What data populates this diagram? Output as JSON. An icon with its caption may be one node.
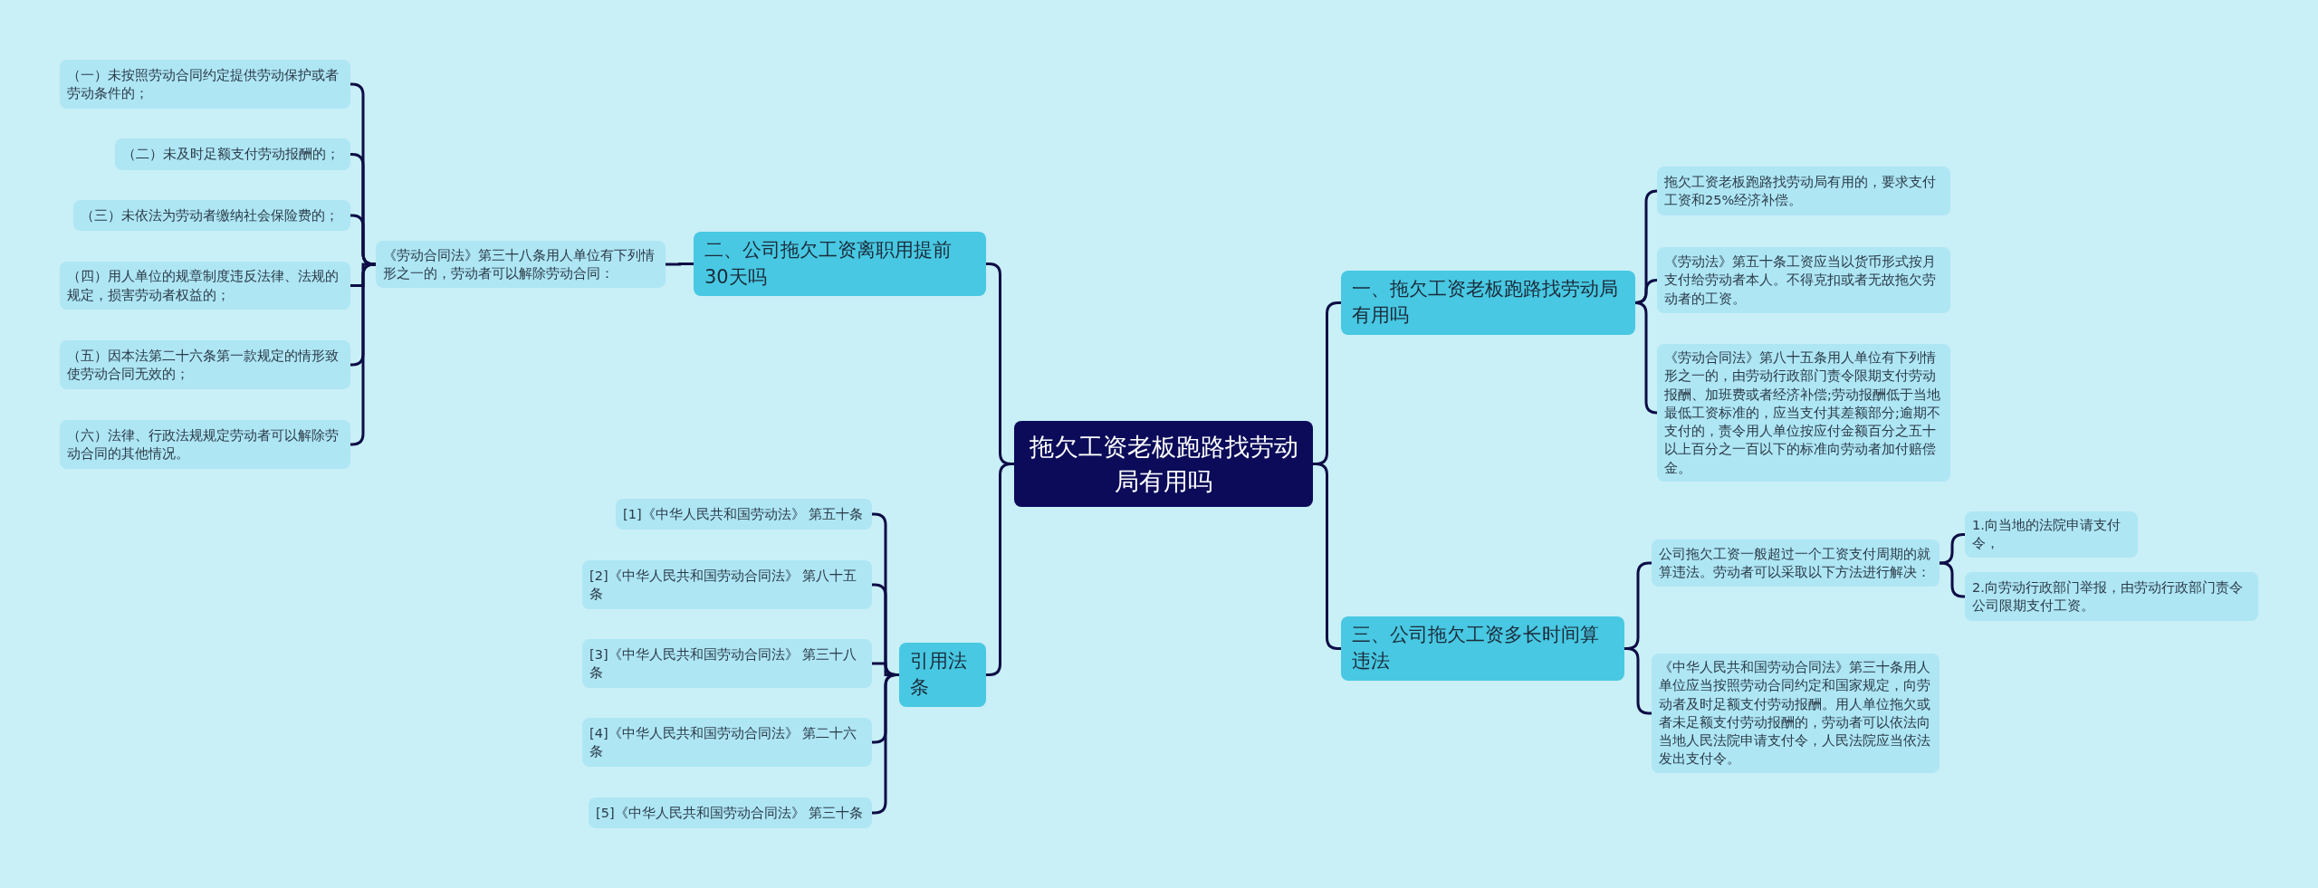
{
  "diagram": {
    "nodes": [
      {
        "text": [
          "拖欠工资老板跑路找劳动局有用吗"
        ]
      },
      {
        "text": [
          "一、拖欠工资老板跑路找劳动局有用吗"
        ]
      },
      {
        "text": [
          "拖欠工资老板跑路找劳动局有用的，要求支付工资和25%经济补偿。"
        ]
      },
      {
        "text": [
          "《劳动法》第五十条工资应当以货币形式按月支付给劳动者本人。不得克扣或者无故拖欠劳动者的工资。"
        ]
      },
      {
        "text": [
          "《劳动合同法》第八十五条用人单位有下列情形之一的，由劳动行政部门责令限期支付劳动报酬、加班费或者经济补偿;劳动报酬低于当地最低工资标准的，应当支付其差额部分;逾期不支付的，责令用人单位按应付金额百分之五十以上百分之一百以下的标准向劳动者加付赔偿金。"
        ]
      },
      {
        "text": [
          "三、公司拖欠工资多长时间算违法"
        ]
      },
      {
        "text": [
          "公司拖欠工资一般超过一个工资支付周期的就算违法。劳动者可以采取以下方法进行解决："
        ]
      },
      {
        "text": [
          "1.向当地的法院申请支付令，"
        ]
      },
      {
        "text": [
          "2.向劳动行政部门举报，由劳动行政部门责令公司限期支付工资。"
        ]
      },
      {
        "text": [
          "《中华人民共和国劳动合同法》第三十条用人单位应当按照劳动合同约定和国家规定，向劳动者及时足额支付劳动报酬。用人单位拖欠或者未足额支付劳动报酬的，劳动者可以依法向当地人民法院申请支付令，人民法院应当依法发出支付令。"
        ]
      },
      {
        "text": [
          "二、公司拖欠工资离职用提前30天吗"
        ]
      },
      {
        "text": [
          "《劳动合同法》第三十八条用人单位有下列情形之一的，劳动者可以解除劳动合同："
        ]
      },
      {
        "text": [
          "（一）未按照劳动合同约定提供劳动保护或者劳动条件的；"
        ]
      },
      {
        "text": [
          "（二）未及时足额支付劳动报酬的；"
        ]
      },
      {
        "text": [
          "（三）未依法为劳动者缴纳社会保险费的；"
        ]
      },
      {
        "text": [
          "（四）用人单位的规章制度违反法律、法规的规定，损害劳动者权益的；"
        ]
      },
      {
        "text": [
          "（五）因本法第二十六条第一款规定的情形致使劳动合同无效的；"
        ]
      },
      {
        "text": [
          "（六）法律、行政法规规定劳动者可以解除劳动合同的其他情况。"
        ]
      },
      {
        "text": [
          "引用法条"
        ]
      },
      {
        "text": [
          "[1]《中华人民共和国劳动法》 第五十条"
        ]
      },
      {
        "text": [
          "[2]《中华人民共和国劳动合同法》 第八十五条"
        ]
      },
      {
        "text": [
          "[3]《中华人民共和国劳动合同法》 第三十八条"
        ]
      },
      {
        "text": [
          "[4]《中华人民共和国劳动合同法》 第二十六条"
        ]
      },
      {
        "text": [
          "[5]《中华人民共和国劳动合同法》 第三十条"
        ]
      }
    ],
    "edges": [
      {
        "from": 0,
        "to": 1,
        "arrow": "none"
      },
      {
        "from": 1,
        "to": 2,
        "arrow": "none"
      },
      {
        "from": 1,
        "to": 3,
        "arrow": "none"
      },
      {
        "from": 1,
        "to": 4,
        "arrow": "none"
      },
      {
        "from": 0,
        "to": 5,
        "arrow": "none"
      },
      {
        "from": 5,
        "to": 6,
        "arrow": "none"
      },
      {
        "from": 6,
        "to": 7,
        "arrow": "none"
      },
      {
        "from": 6,
        "to": 8,
        "arrow": "none"
      },
      {
        "from": 5,
        "to": 9,
        "arrow": "none"
      },
      {
        "from": 0,
        "to": 10,
        "arrow": "none"
      },
      {
        "from": 10,
        "to": 11,
        "arrow": "none"
      },
      {
        "from": 11,
        "to": 12,
        "arrow": "none"
      },
      {
        "from": 11,
        "to": 13,
        "arrow": "none"
      },
      {
        "from": 11,
        "to": 14,
        "arrow": "none"
      },
      {
        "from": 11,
        "to": 15,
        "arrow": "none"
      },
      {
        "from": 11,
        "to": 16,
        "arrow": "none"
      },
      {
        "from": 11,
        "to": 17,
        "arrow": "none"
      },
      {
        "from": 0,
        "to": 18,
        "arrow": "none"
      },
      {
        "from": 18,
        "to": 19,
        "arrow": "none"
      },
      {
        "from": 18,
        "to": 20,
        "arrow": "none"
      },
      {
        "from": 18,
        "to": 21,
        "arrow": "none"
      },
      {
        "from": 18,
        "to": 22,
        "arrow": "none"
      },
      {
        "from": 18,
        "to": 23,
        "arrow": "none"
      }
    ]
  }
}
